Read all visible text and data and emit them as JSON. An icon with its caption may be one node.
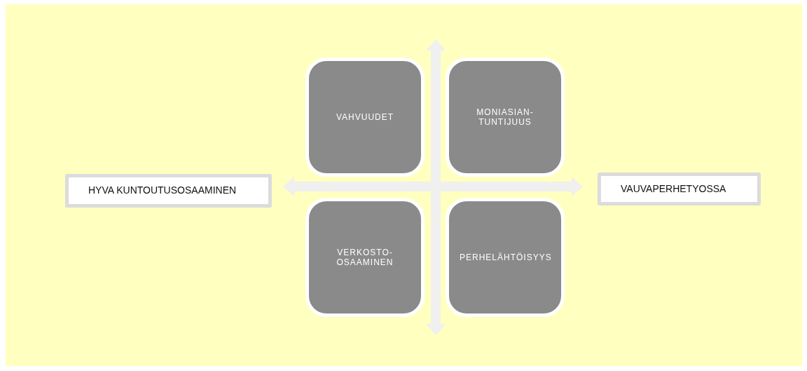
{
  "diagram": {
    "nodes": [
      {
        "text": [
          "HYVA KUNTOUTUSOSAAMINEN"
        ]
      },
      {
        "text": [
          "VAHVUUDET"
        ]
      },
      {
        "text": [
          "MONIASIAN- TUNTIJUUS"
        ]
      },
      {
        "text": [
          "VERKOSTO- OSAAMINEN"
        ]
      },
      {
        "text": [
          "PERHELÄHTÖISYYS"
        ]
      },
      {
        "text": [
          "VAUVAPERHETYOSSA"
        ]
      }
    ]
  }
}
